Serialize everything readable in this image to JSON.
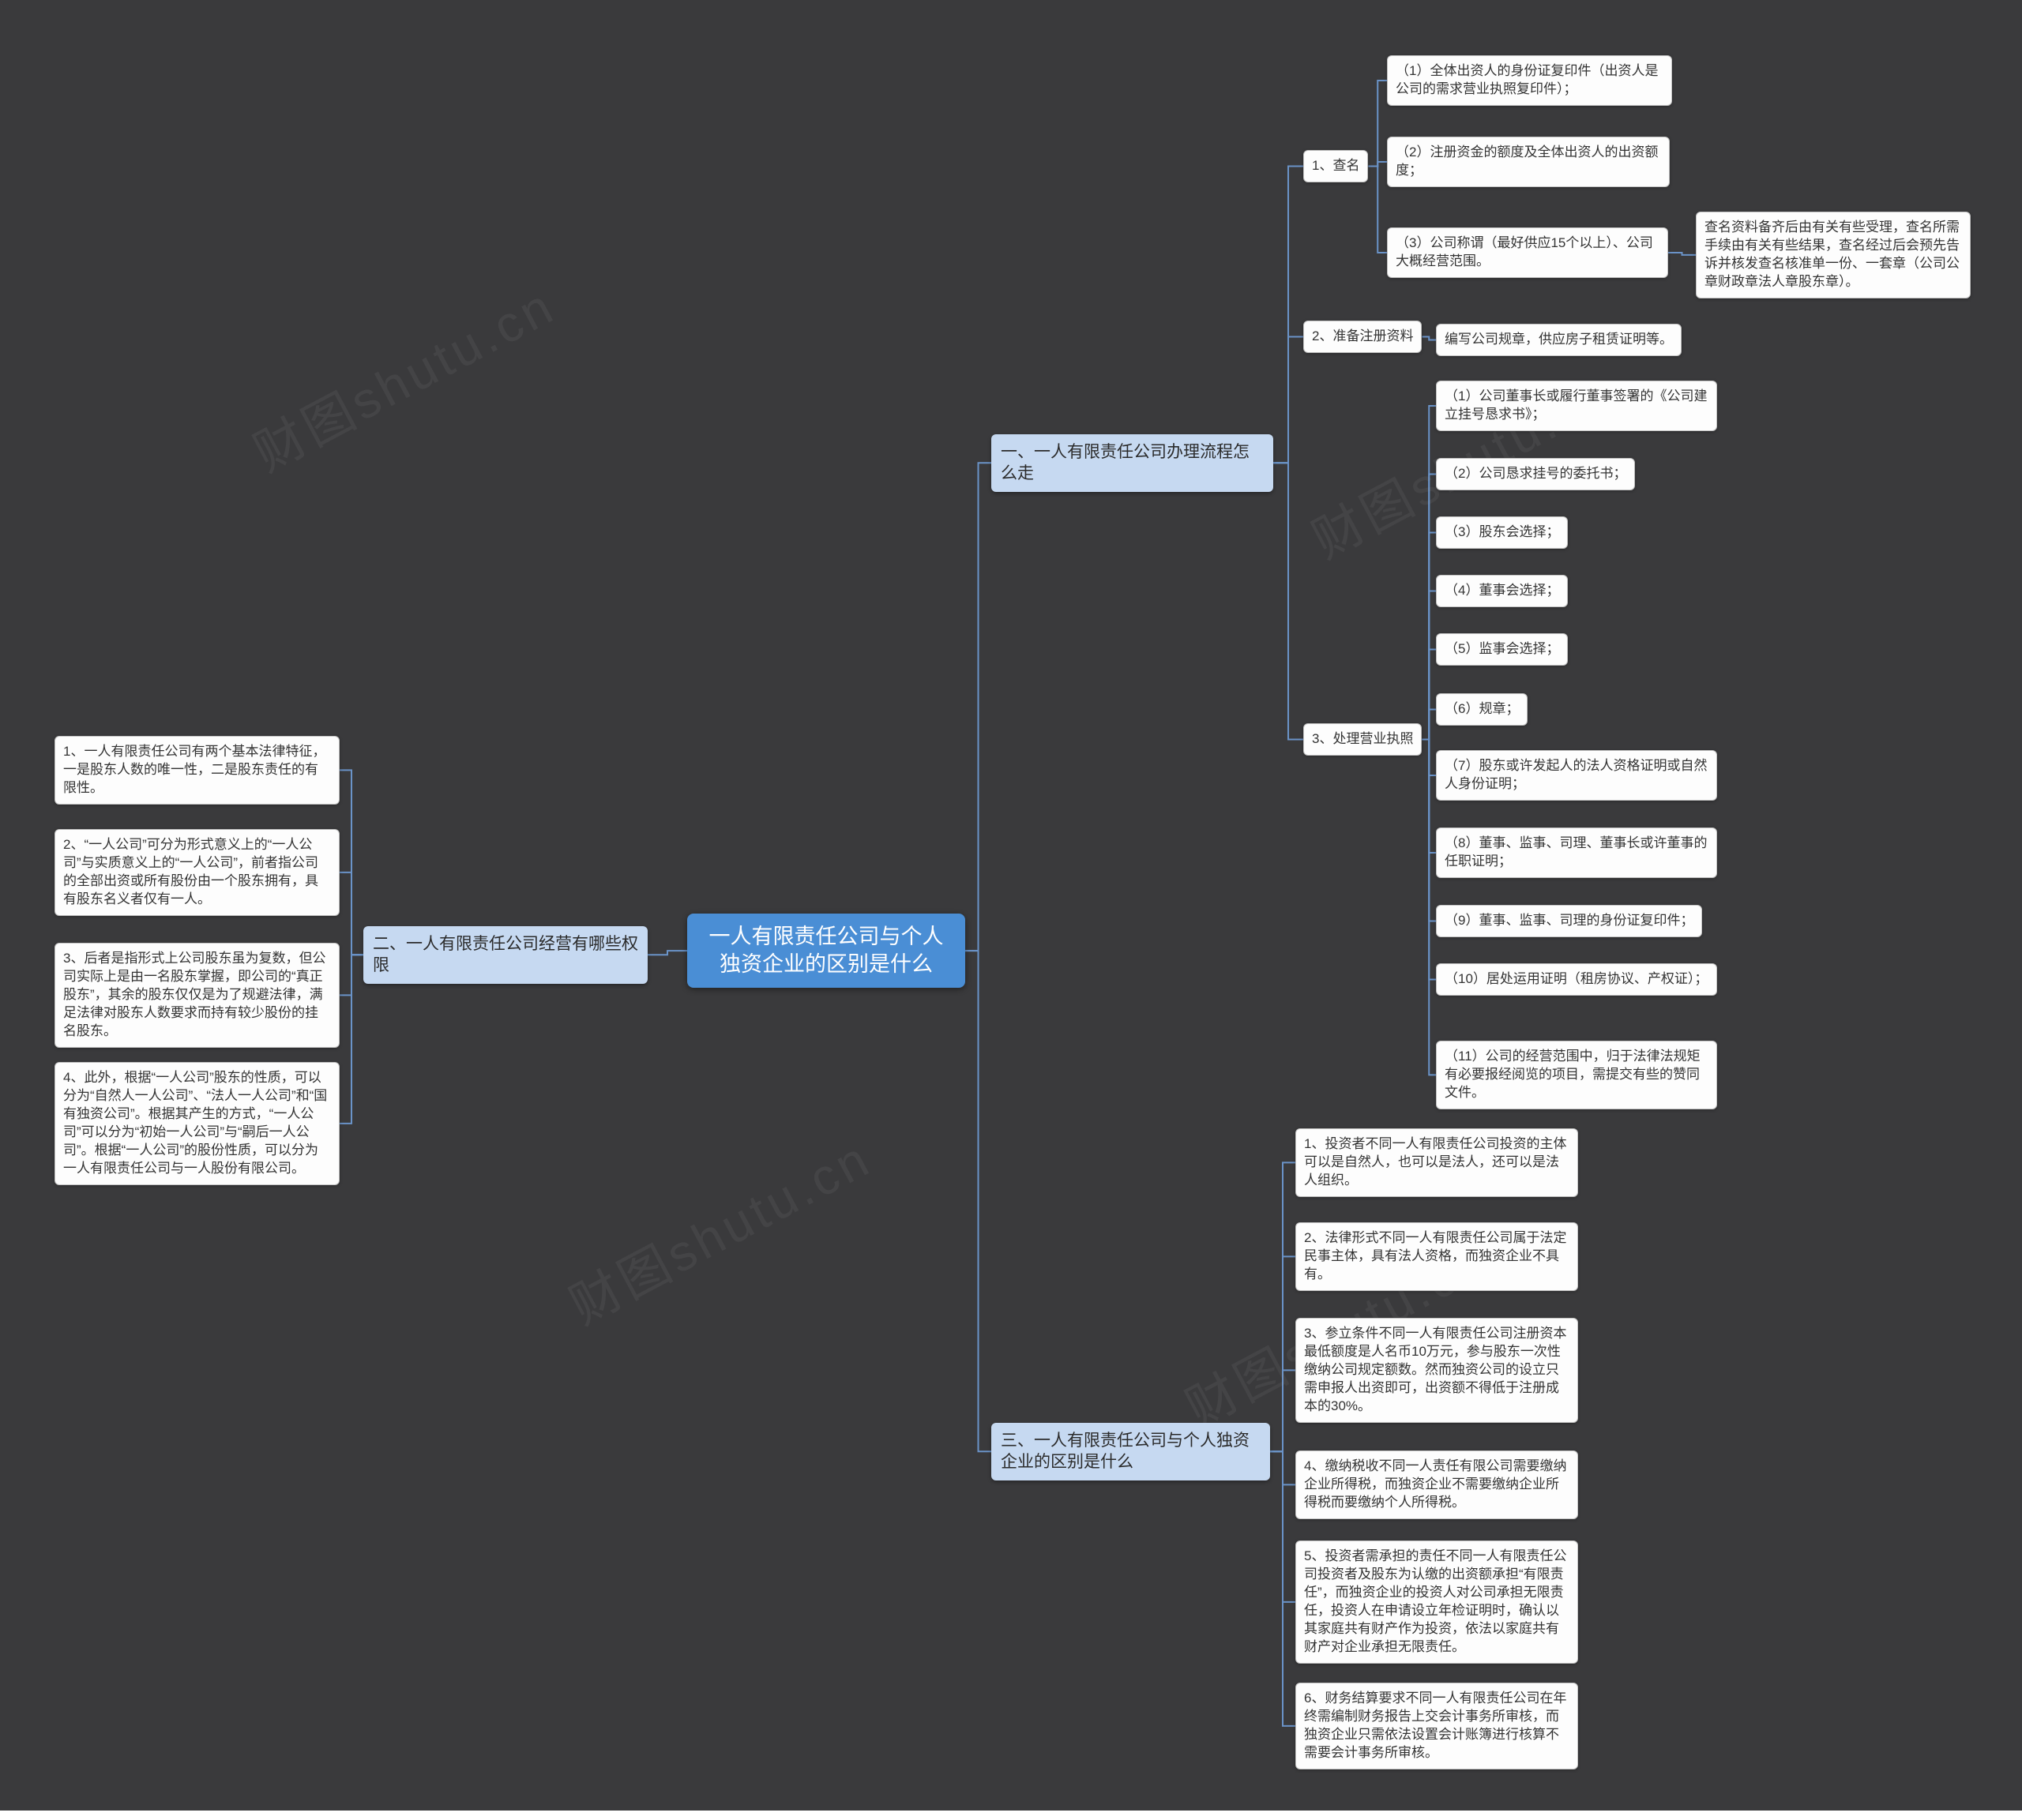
{
  "colors": {
    "canvas_bg": "#3a3a3c",
    "root_bg": "#4a8ed5",
    "topic_bg": "#c6d9f1",
    "line": "#6a93c8"
  },
  "watermark": {
    "text": "财图shutu.cn"
  },
  "root": {
    "text": "一人有限责任公司与个人独资企业的区别是什么"
  },
  "branches": {
    "process": {
      "label": "一、一人有限责任公司办理流程怎么走",
      "steps": [
        {
          "label": "1、查名",
          "items": [
            "（1）全体出资人的身份证复印件（出资人是公司的需求营业执照复印件）；",
            "（2）注册资金的额度及全体出资人的出资额度；",
            "（3）公司称谓（最好供应15个以上）、公司大概经营范围。"
          ],
          "note": "查名资料备齐后由有关有些受理，查名所需手续由有关有些结果，查名经过后会预先告诉并核发查名核准单一份、一套章（公司公章财政章法人章股东章）。"
        },
        {
          "label": "2、准备注册资料",
          "items": [
            "编写公司规章，供应房子租赁证明等。"
          ]
        },
        {
          "label": "3、处理营业执照",
          "items": [
            "（1）公司董事长或履行董事签署的《公司建立挂号恳求书》；",
            "（2）公司恳求挂号的委托书；",
            "（3）股东会选择；",
            "（4）董事会选择；",
            "（5）监事会选择；",
            "（6）规章；",
            "（7）股东或许发起人的法人资格证明或自然人身份证明；",
            "（8）董事、监事、司理、董事长或许董事的任职证明；",
            "（9）董事、监事、司理的身份证复印件；",
            "（10）居处运用证明（租房协议、产权证）；",
            "（11）公司的经营范围中，归于法律法规矩有必要报经阅览的项目，需提交有些的赞同文件。"
          ]
        }
      ]
    },
    "rights": {
      "label": "二、一人有限责任公司经营有哪些权限",
      "points": [
        "1、一人有限责任公司有两个基本法律特征，一是股东人数的唯一性，二是股东责任的有限性。",
        "2、“一人公司”可分为形式意义上的“一人公司”与实质意义上的“一人公司”，前者指公司的全部出资或所有股份由一个股东拥有，具有股东名义者仅有一人。",
        "3、后者是指形式上公司股东虽为复数，但公司实际上是由一名股东掌握，即公司的“真正股东”，其余的股东仅仅是为了规避法律，满足法律对股东人数要求而持有较少股份的挂名股东。",
        "4、此外，根据“一人公司”股东的性质，可以分为“自然人一人公司”、“法人一人公司”和“国有独资公司”。根据其产生的方式，“一人公司”可以分为“初始一人公司”与“嗣后一人公司”。根据“一人公司”的股份性质，可以分为一人有限责任公司与一人股份有限公司。"
      ]
    },
    "difference": {
      "label": "三、一人有限责任公司与个人独资企业的区别是什么",
      "points": [
        "1、投资者不同一人有限责任公司投资的主体可以是自然人，也可以是法人，还可以是法人组织。",
        "2、法律形式不同一人有限责任公司属于法定民事主体，具有法人资格，而独资企业不具有。",
        "3、参立条件不同一人有限责任公司注册资本最低额度是人名币10万元，参与股东一次性缴纳公司规定额数。然而独资公司的设立只需申报人出资即可，出资额不得低于注册成本的30%。",
        "4、缴纳税收不同一人责任有限公司需要缴纳企业所得税，而独资企业不需要缴纳企业所得税而要缴纳个人所得税。",
        "5、投资者需承担的责任不同一人有限责任公司投资者及股东为认缴的出资额承担“有限责任”，而独资企业的投资人对公司承担无限责任，投资人在申请设立年检证明时，确认以其家庭共有财产作为投资，依法以家庭共有财产对企业承担无限责任。",
        "6、财务结算要求不同一人有限责任公司在年终需编制财务报告上交会计事务所审核，而独资企业只需依法设置会计账簿进行核算不需要会计事务所审核。"
      ]
    }
  }
}
